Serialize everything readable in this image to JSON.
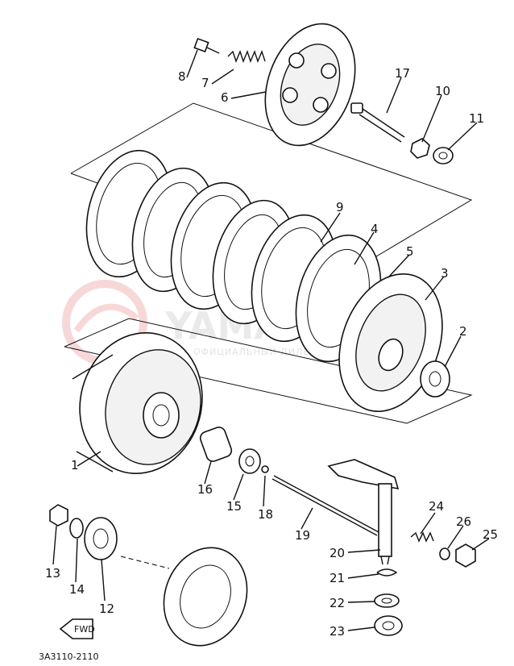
{
  "diagram": {
    "drawing_code": "3A3110-2110",
    "fwd_label": "FWD",
    "watermark": {
      "brand": "YAMAHA",
      "subtitle": "ОФИЦИАЛЬНЫЙ ДИЛЕР YAMAHA"
    },
    "callouts": [
      {
        "id": "c1",
        "text": "1"
      },
      {
        "id": "c2",
        "text": "2"
      },
      {
        "id": "c3",
        "text": "3"
      },
      {
        "id": "c4",
        "text": "4"
      },
      {
        "id": "c5",
        "text": "5"
      },
      {
        "id": "c6",
        "text": "6"
      },
      {
        "id": "c7",
        "text": "7"
      },
      {
        "id": "c8",
        "text": "8"
      },
      {
        "id": "c9",
        "text": "9"
      },
      {
        "id": "c10",
        "text": "10"
      },
      {
        "id": "c11",
        "text": "11"
      },
      {
        "id": "c12",
        "text": "12"
      },
      {
        "id": "c13",
        "text": "13"
      },
      {
        "id": "c14",
        "text": "14"
      },
      {
        "id": "c15",
        "text": "15"
      },
      {
        "id": "c16",
        "text": "16"
      },
      {
        "id": "c17",
        "text": "17"
      },
      {
        "id": "c18",
        "text": "18"
      },
      {
        "id": "c19",
        "text": "19"
      },
      {
        "id": "c20",
        "text": "20"
      },
      {
        "id": "c21",
        "text": "21"
      },
      {
        "id": "c22",
        "text": "22"
      },
      {
        "id": "c23",
        "text": "23"
      },
      {
        "id": "c24",
        "text": "24"
      },
      {
        "id": "c25",
        "text": "25"
      },
      {
        "id": "c26",
        "text": "26"
      }
    ]
  }
}
